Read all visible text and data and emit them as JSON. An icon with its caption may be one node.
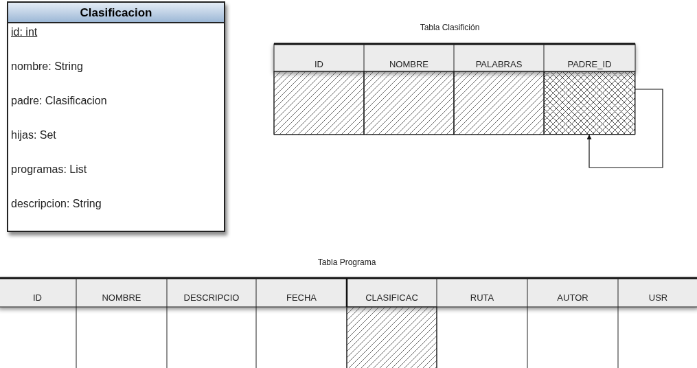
{
  "diagram": {
    "nodes": [
      {
        "text": [
          "Clasificacion",
          "id: int",
          "nombre: String",
          "padre: Clasificacion",
          "hijas: Set",
          "programas: List",
          "descripcion: String"
        ]
      },
      {
        "text": [],
        "shape": "box"
      }
    ],
    "edges": [
      {
        "from": 1,
        "to": 1,
        "arrow": "to"
      }
    ],
    "labels": [
      "Tabla Clasifición",
      "ID",
      "NOMBRE",
      "PALABRAS",
      "PADRE_ID",
      "Tabla Programa",
      "ID",
      "NOMBRE",
      "DESCRIPCIO",
      "FECHA",
      "CLASIFICAC",
      "RUTA",
      "AUTOR",
      "USR"
    ]
  }
}
